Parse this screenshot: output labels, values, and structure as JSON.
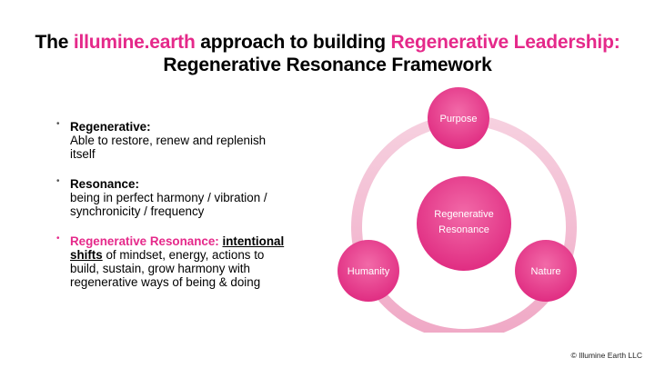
{
  "title": {
    "line1_prefix": "The ",
    "line1_brand": "illumine.earth",
    "line1_middle": " approach to building ",
    "line1_highlight": "Regenerative Leadership:",
    "line2": "Regenerative Resonance Framework"
  },
  "bullets": [
    {
      "head": "Regenerative:",
      "body": "Able to restore, renew and replenish itself"
    },
    {
      "head": "Resonance:",
      "body": "being in perfect harmony / vibration / synchronicity / frequency"
    },
    {
      "head": "Regenerative Resonance:",
      "emphasis": "intentional shifts",
      "body": " of mindset, energy, actions to build, sustain, grow harmony with regenerative ways of being & doing"
    }
  ],
  "diagram": {
    "center_line1": "Regenerative",
    "center_line2": "Resonance",
    "nodes": {
      "top": "Purpose",
      "left": "Humanity",
      "right": "Nature"
    }
  },
  "colors": {
    "accent": "#e5298a",
    "node_fill": "#ea3c8f",
    "ring": "#f2b8cf"
  },
  "footer": {
    "copyright": "© Illumine Earth LLC"
  }
}
